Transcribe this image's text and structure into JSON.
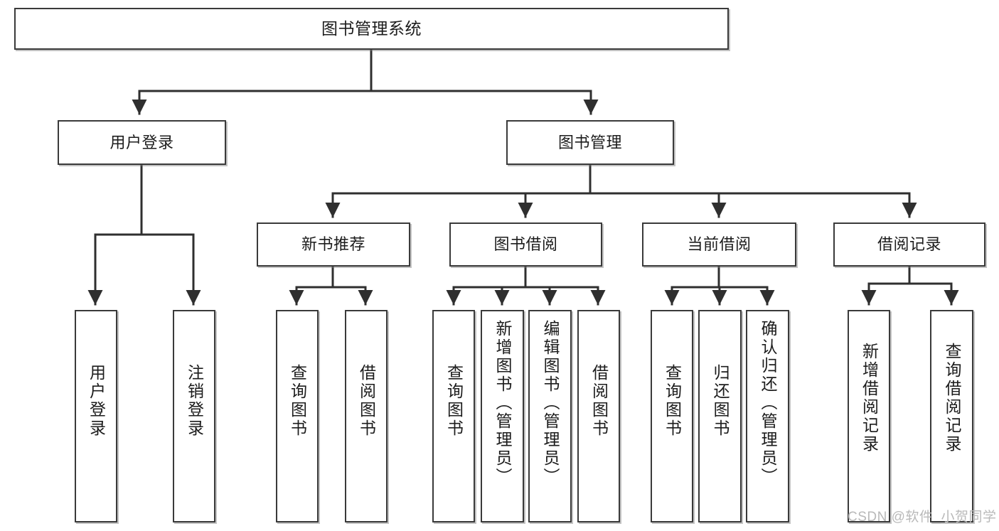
{
  "diagram": {
    "title": "图书管理系统",
    "watermark": "CSDN @软件_小贺同学",
    "colors": {
      "box_border": "#3a3a3a",
      "box_fill": "#ffffff",
      "edge": "#2f2f2f",
      "text": "#1c1c1c",
      "watermark": "#b9b9b9"
    },
    "levels": {
      "root": {
        "label": "图书管理系统"
      },
      "level2": [
        {
          "id": "user-login",
          "label": "用户登录"
        },
        {
          "id": "book-management",
          "label": "图书管理"
        }
      ],
      "level3": [
        {
          "id": "new-book-recommend",
          "label": "新书推荐",
          "parent": "book-management"
        },
        {
          "id": "book-borrow",
          "label": "图书借阅",
          "parent": "book-management"
        },
        {
          "id": "current-borrow",
          "label": "当前借阅",
          "parent": "book-management"
        },
        {
          "id": "borrow-record",
          "label": "借阅记录",
          "parent": "book-management"
        }
      ],
      "leaves": [
        {
          "id": "leaf-user-login",
          "label": "用户登录",
          "parent": "user-login"
        },
        {
          "id": "leaf-logout-login",
          "label": "注销登录",
          "parent": "user-login"
        },
        {
          "id": "leaf-query-book-1",
          "label": "查询图书",
          "parent": "new-book-recommend"
        },
        {
          "id": "leaf-borrow-book-1",
          "label": "借阅图书",
          "parent": "new-book-recommend"
        },
        {
          "id": "leaf-query-book-2",
          "label": "查询图书",
          "parent": "book-borrow"
        },
        {
          "id": "leaf-add-book",
          "label": "新增图书（管理员）",
          "parent": "book-borrow"
        },
        {
          "id": "leaf-edit-book",
          "label": "编辑图书（管理员）",
          "parent": "book-borrow"
        },
        {
          "id": "leaf-borrow-book-2",
          "label": "借阅图书",
          "parent": "book-borrow"
        },
        {
          "id": "leaf-query-book-3",
          "label": "查询图书",
          "parent": "current-borrow"
        },
        {
          "id": "leaf-return-book",
          "label": "归还图书",
          "parent": "current-borrow"
        },
        {
          "id": "leaf-confirm-return",
          "label": "确认归还（管理员）",
          "parent": "current-borrow"
        },
        {
          "id": "leaf-add-record",
          "label": "新增借阅记录",
          "parent": "borrow-record"
        },
        {
          "id": "leaf-query-record",
          "label": "查询借阅记录",
          "parent": "borrow-record"
        }
      ]
    }
  }
}
